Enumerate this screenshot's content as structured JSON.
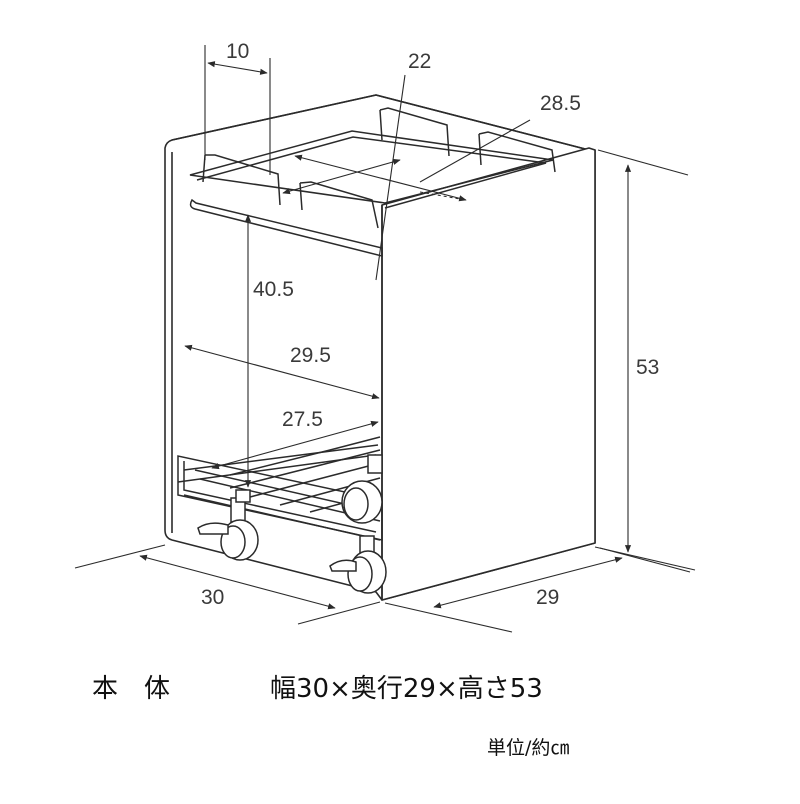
{
  "dimensions": {
    "width_top_shelf": "28.5",
    "depth_top_shelf": "22",
    "guard_width": "10",
    "inner_height": "40.5",
    "inner_width": "29.5",
    "bottom_shelf_width": "27.5",
    "total_height": "53",
    "total_width": "30",
    "total_depth": "29"
  },
  "spec": {
    "label": "本　体",
    "text": "幅30×奥行29×高さ53"
  },
  "unit_note": "単位/約㎝",
  "colors": {
    "line": "#2b2b2b",
    "text": "#3a3a3a",
    "background": "#ffffff"
  }
}
